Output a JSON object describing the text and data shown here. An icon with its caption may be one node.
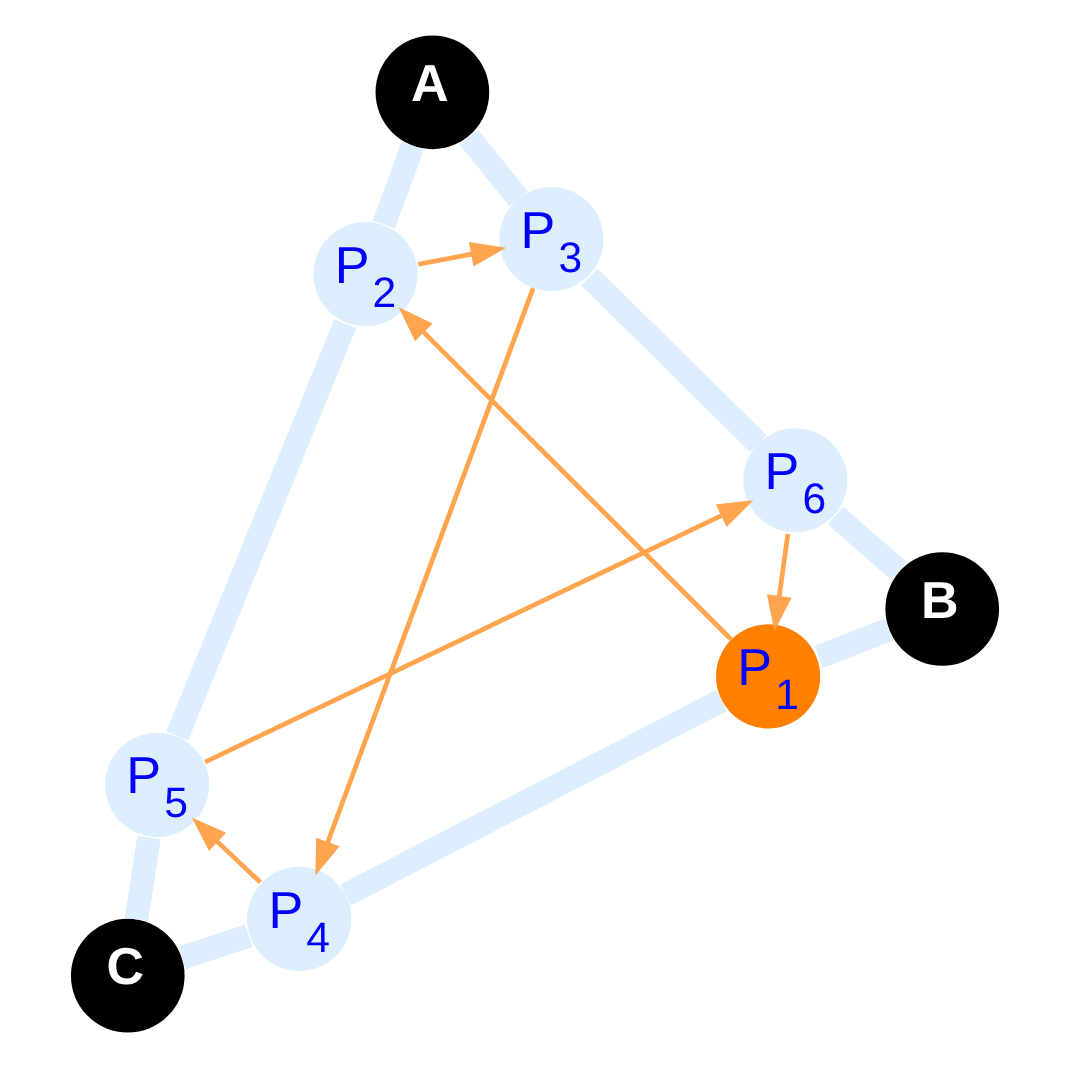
{
  "diagram": {
    "nodes": [
      {
        "text": [
          "A"
        ]
      },
      {
        "text": [
          "P$_{3}$"
        ]
      },
      {
        "text": [
          "P$_{2}$"
        ]
      },
      {
        "text": [
          "P$_{6}$"
        ]
      },
      {
        "text": [
          "B"
        ]
      },
      {
        "text": [
          "P$_{1}$"
        ]
      },
      {
        "text": [
          "P$_{5}$"
        ]
      },
      {
        "text": [
          "P$_{4}$"
        ]
      },
      {
        "text": [
          "C"
        ]
      }
    ],
    "edges": [
      {
        "from": 0,
        "to": 1,
        "arrow": "none"
      },
      {
        "from": 1,
        "to": 3,
        "arrow": "none"
      },
      {
        "from": 3,
        "to": 4,
        "arrow": "none"
      },
      {
        "from": 4,
        "to": 5,
        "arrow": "none"
      },
      {
        "from": 5,
        "to": 7,
        "arrow": "none"
      },
      {
        "from": 7,
        "to": 8,
        "arrow": "none"
      },
      {
        "from": 8,
        "to": 6,
        "arrow": "none"
      },
      {
        "from": 6,
        "to": 2,
        "arrow": "none"
      },
      {
        "from": 2,
        "to": 0,
        "arrow": "none"
      },
      {
        "from": 5,
        "to": 2,
        "arrow": "to",
        "color": "#ffa54f"
      },
      {
        "from": 2,
        "to": 1,
        "arrow": "to",
        "color": "#ffa54f"
      },
      {
        "from": 1,
        "to": 7,
        "arrow": "to",
        "color": "#ffa54f"
      },
      {
        "from": 7,
        "to": 6,
        "arrow": "to",
        "color": "#ffa54f"
      },
      {
        "from": 6,
        "to": 3,
        "arrow": "to",
        "color": "#ffa54f"
      },
      {
        "from": 3,
        "to": 5,
        "arrow": "to",
        "color": "#ffa54f"
      }
    ]
  }
}
